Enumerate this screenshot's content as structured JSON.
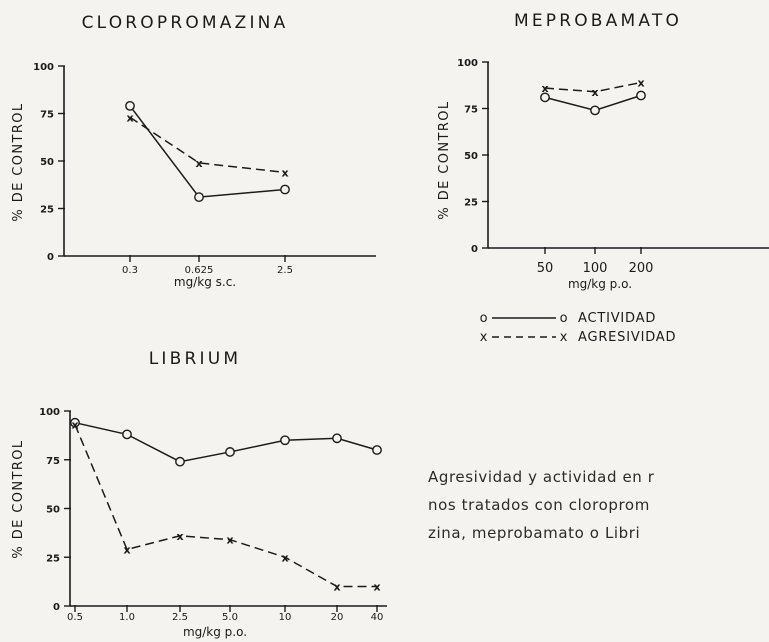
{
  "legend": {
    "actividad_marker": "o",
    "actividad_label": "ACTIVIDAD",
    "agresividad_marker": "x",
    "agresividad_label": "AGRESIVIDAD"
  },
  "caption": {
    "lines": [
      "Agresividad y actividad en r",
      "nos tratados con cloroprom",
      "zina, meprobamato o Libri"
    ]
  },
  "chart_data": [
    {
      "type": "line",
      "title": "CLOROPROMAZINA",
      "ylabel": "% DE CONTROL",
      "xlabel": "mg/kg s.c.",
      "x_tick_labels": [
        "0.3",
        "0.625",
        "2.5"
      ],
      "y_ticks": [
        0,
        25,
        50,
        75,
        100
      ],
      "ylim": [
        0,
        100
      ],
      "series": [
        {
          "name": "ACTIVIDAD",
          "marker": "o",
          "values": [
            79,
            31,
            35
          ]
        },
        {
          "name": "AGRESIVIDAD",
          "marker": "x",
          "values": [
            73,
            49,
            44
          ]
        }
      ]
    },
    {
      "type": "line",
      "title": "MEPROBAMATO",
      "ylabel": "% DE CONTROL",
      "xlabel": "mg/kg p.o.",
      "x_tick_labels": [
        "50",
        "100",
        "200"
      ],
      "y_ticks": [
        0,
        25,
        50,
        75,
        100
      ],
      "ylim": [
        0,
        100
      ],
      "series": [
        {
          "name": "ACTIVIDAD",
          "marker": "o",
          "values": [
            81,
            74,
            82
          ]
        },
        {
          "name": "AGRESIVIDAD",
          "marker": "x",
          "values": [
            86,
            84,
            89
          ]
        }
      ]
    },
    {
      "type": "line",
      "title": "LIBRIUM",
      "ylabel": "% DE CONTROL",
      "xlabel": "mg/kg p.o.",
      "x_tick_labels": [
        "0.5",
        "1.0",
        "2.5",
        "5.0",
        "10",
        "20",
        "40"
      ],
      "y_ticks": [
        0,
        25,
        50,
        75,
        100
      ],
      "ylim": [
        0,
        100
      ],
      "series": [
        {
          "name": "ACTIVIDAD",
          "marker": "o",
          "values": [
            94,
            88,
            74,
            79,
            85,
            86,
            80
          ]
        },
        {
          "name": "AGRESIVIDAD",
          "marker": "x",
          "values": [
            93,
            29,
            36,
            34,
            25,
            10,
            10
          ]
        }
      ]
    }
  ]
}
